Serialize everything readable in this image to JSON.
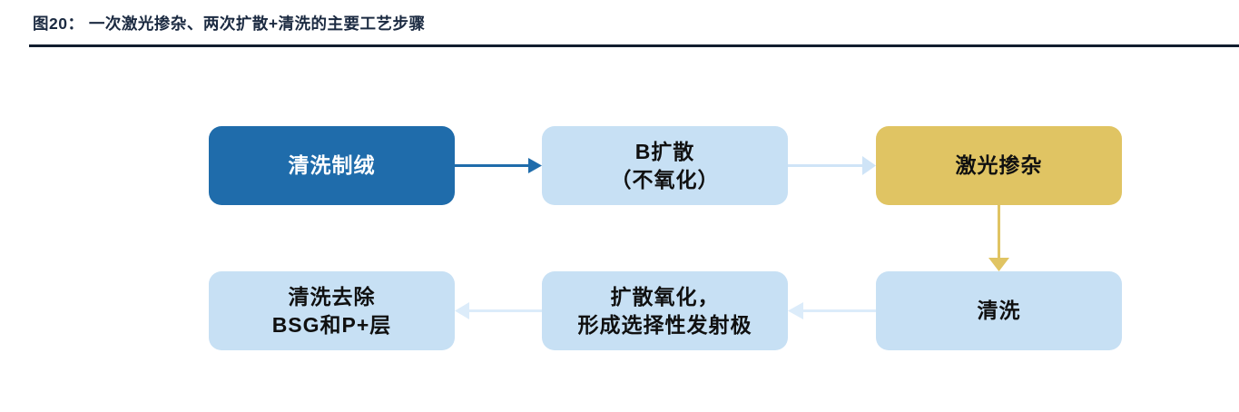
{
  "figure": {
    "label": "图20：",
    "title": "一次激光掺杂、两次扩散+清洗的主要工艺步骤",
    "full_title": "图20：  一次激光掺杂、两次扩散+清洗的主要工艺步骤",
    "rule_color": "#111d2e",
    "title_color": "#1b2a41"
  },
  "palette": {
    "primary_blue": "#1f6cab",
    "light_blue": "#c7e0f4",
    "accent_gold": "#e0c463",
    "white": "#ffffff",
    "black_text": "#101010",
    "background": "#ffffff"
  },
  "flow": {
    "type": "process-flow",
    "direction": "row1 left-to-right, then down, then row2 right-to-left",
    "nodes": [
      {
        "id": "clean-texture",
        "row": 1,
        "order": 1,
        "style": "primary",
        "fill": "#1f6cab",
        "text_color": "#ffffff",
        "lines": [
          "清洗制绒"
        ]
      },
      {
        "id": "b-diffusion",
        "row": 1,
        "order": 2,
        "style": "light",
        "fill": "#c7e0f4",
        "text_color": "#101010",
        "lines": [
          "B扩散",
          "（不氧化）"
        ]
      },
      {
        "id": "laser-doping",
        "row": 1,
        "order": 3,
        "style": "accent",
        "fill": "#e0c463",
        "text_color": "#101010",
        "lines": [
          "激光掺杂"
        ]
      },
      {
        "id": "cleaning",
        "row": 2,
        "order": 4,
        "style": "light",
        "fill": "#c7e0f4",
        "text_color": "#101010",
        "lines": [
          "清洗"
        ]
      },
      {
        "id": "diffusion-oxidation",
        "row": 2,
        "order": 5,
        "style": "light",
        "fill": "#c7e0f4",
        "text_color": "#101010",
        "lines": [
          "扩散氧化，",
          "形成选择性发射极"
        ]
      },
      {
        "id": "clean-remove-bsg",
        "row": 2,
        "order": 6,
        "style": "light",
        "fill": "#c7e0f4",
        "text_color": "#101010",
        "lines": [
          "清洗去除",
          "BSG和P+层"
        ]
      }
    ],
    "connectors": [
      {
        "id": "arrow-1",
        "from": "clean-texture",
        "to": "b-diffusion",
        "direction": "right",
        "color": "#1f6cab"
      },
      {
        "id": "arrow-2",
        "from": "b-diffusion",
        "to": "laser-doping",
        "direction": "right",
        "color": "#cfe4f7"
      },
      {
        "id": "arrow-3",
        "from": "laser-doping",
        "to": "cleaning",
        "direction": "down",
        "color": "#e0c463"
      },
      {
        "id": "arrow-4",
        "from": "cleaning",
        "to": "diffusion-oxidation",
        "direction": "left",
        "color": "#dcecfa"
      },
      {
        "id": "arrow-5",
        "from": "diffusion-oxidation",
        "to": "clean-remove-bsg",
        "direction": "left",
        "color": "#dcecfa"
      }
    ]
  }
}
